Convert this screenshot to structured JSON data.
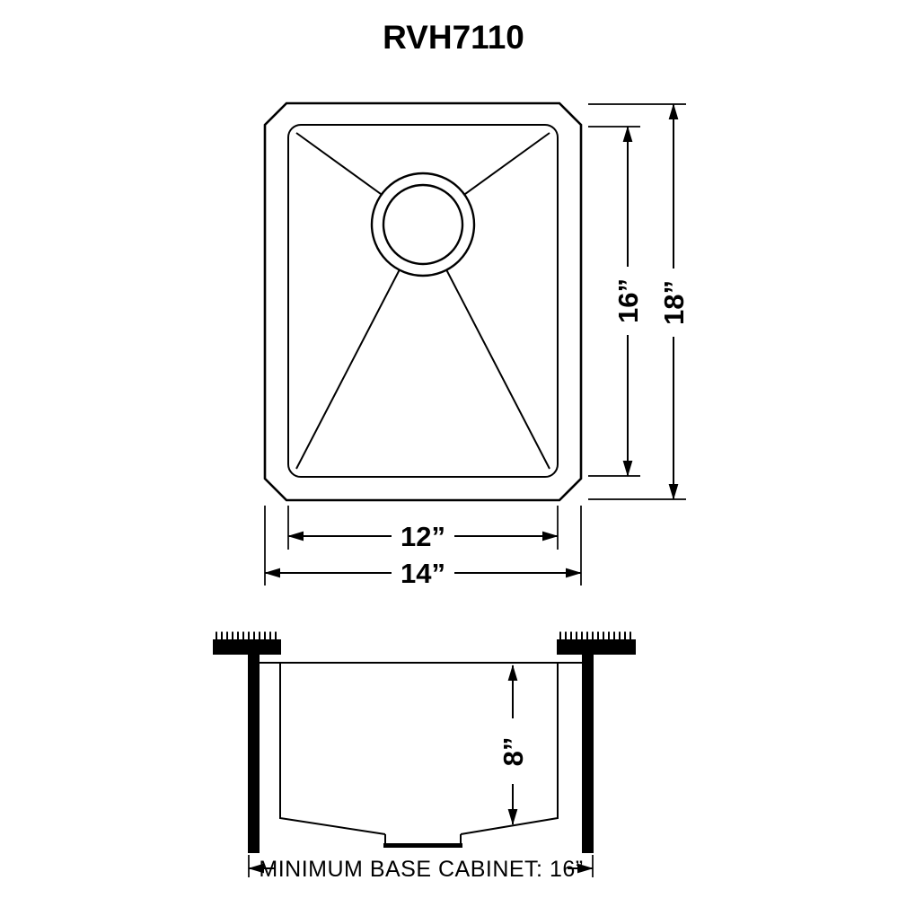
{
  "title": "RVH7110",
  "top_view": {
    "inner_height_label": "16”",
    "outer_height_label": "18”",
    "inner_width_label": "12”",
    "outer_width_label": "14”"
  },
  "side_view": {
    "depth_label": "8”",
    "min_base_cabinet_label": "MINIMUM BASE CABINET: 16”"
  }
}
